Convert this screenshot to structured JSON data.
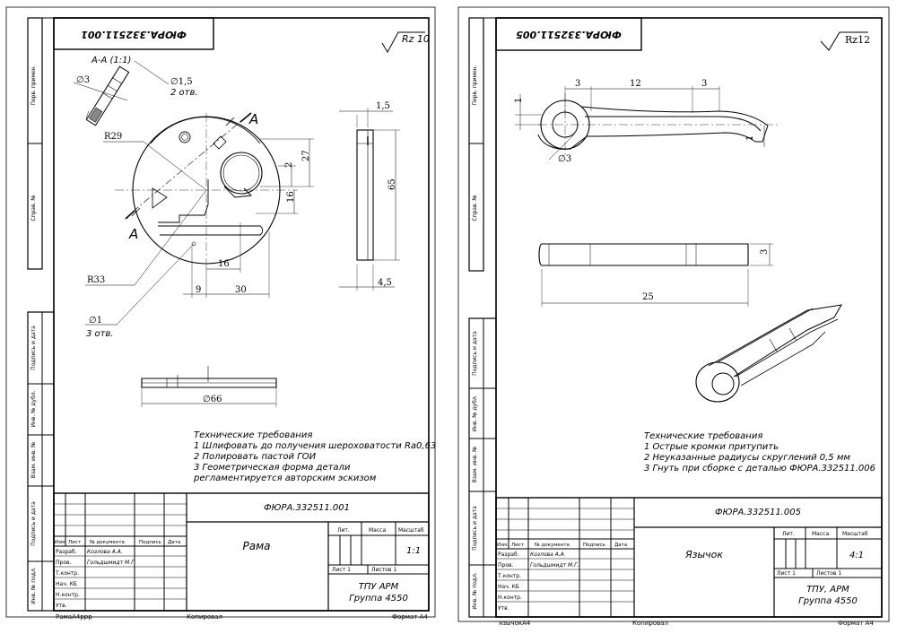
{
  "sheet1": {
    "code_mirrored": "ФЮРА.332511.001",
    "roughness": "Rz 10",
    "section_label": "А-А (1:1)",
    "dia3": "∅3",
    "dia15": "∅1,5",
    "holes2": "2 отв.",
    "cut_letter": "А",
    "r29": "R29",
    "r33": "R33",
    "dim2": "2",
    "dim27": "27",
    "dim16v": "16",
    "dim16h": "16",
    "dim9": "9",
    "dim30": "30",
    "dim15": "1,5",
    "dim65": "65",
    "dim45": "4,5",
    "dia1": "∅1",
    "holes3": "3 отв.",
    "dia66": "∅66",
    "requirements": {
      "title": "Технические требования",
      "lines": [
        "1 Шлифовать до получения шероховатости Ra0,63",
        "2 Полировать пастой ГОИ",
        "3 Геометрическая форма детали",
        "регламентируется авторским эскизом"
      ]
    },
    "stamp": {
      "doc_code": "ФЮРА.332511.001",
      "name": "Рама",
      "hdr_izm": "Изм.",
      "hdr_list": "Лист",
      "hdr_ndoc": "№ документа",
      "hdr_podp": "Подпись",
      "hdr_data": "Дата",
      "razrab": "Разраб.",
      "razrab_name": "Козлова А.А.",
      "prov": "Пров.",
      "prov_name": "Гольдшмидт М.Г.",
      "tkontr": "Т.контр.",
      "nachkb": "Нач. КБ",
      "nkontr": "Н.контр.",
      "utv": "Утв.",
      "lit": "Лит.",
      "massa": "Масса",
      "masshtab": "Масштаб",
      "scale": "1:1",
      "list": "Лист 1",
      "listov": "Листов 1",
      "org1": "ТПУ АРМ",
      "org2": "Группа 4550"
    },
    "side": {
      "perv": "Перв. примен.",
      "sprav": "Справ. №",
      "podp_data": "Подпись и дата",
      "inv_dubl": "Инв. № дубл.",
      "vzam": "Взам. инв. №",
      "podp_data2": "Подпись и дата",
      "inv_podl": "Инв. № подл."
    },
    "footer_file": "РамаА4ррр",
    "footer_copy": "Копировал",
    "footer_format": "Формат А4"
  },
  "sheet2": {
    "code_mirrored": "ФЮРА.332511.005",
    "roughness": "Rz12",
    "dim3a": "3",
    "dim12": "12",
    "dim3b": "3",
    "dim1a": "1",
    "dim1b": "1",
    "dia3": "∅3",
    "dim3c": "3",
    "dim25": "25",
    "requirements": {
      "title": "Технические требования",
      "lines": [
        "1 Острые кромки притупить",
        "2 Неуказанные радиусы скруглений 0,5 мм",
        "3 Гнуть при сборке с деталью ФЮРА.332511.006"
      ]
    },
    "stamp": {
      "doc_code": "ФЮРА.332511.005",
      "name": "Язычок",
      "hdr_izm": "Изм.",
      "hdr_list": "Лист",
      "hdr_ndoc": "№ документа",
      "hdr_podp": "Подпись",
      "hdr_data": "Дата",
      "razrab": "Разраб.",
      "razrab_name": "Козлова А.А",
      "prov": "Пров.",
      "prov_name": "Гольдшмидт М.Г.",
      "tkontr": "Т.контр.",
      "nachkb": "Нач. КБ",
      "nkontr": "Н.контр.",
      "utv": "Утв.",
      "lit": "Лит.",
      "massa": "Масса",
      "masshtab": "Масштаб",
      "scale": "4:1",
      "list": "Лист 1",
      "listov": "Листов 1",
      "org1": "ТПУ, АРМ",
      "org2": "Группа 4550"
    },
    "side": {
      "perv": "Перв. примен.",
      "sprav": "Справ. №",
      "podp_data": "Подпись и дата",
      "inv_dubl": "Инв. № дубл.",
      "vzam": "Взам. инв. №",
      "podp_data2": "Подпись и дата",
      "inv_podl": "Инв. № подл."
    },
    "footer_file": "язычокА4",
    "footer_copy": "Копировал",
    "footer_format": "Формат А4"
  }
}
